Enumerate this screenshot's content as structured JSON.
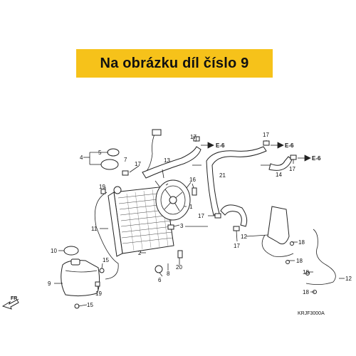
{
  "banner": {
    "text": "Na obrázku díl číslo 9",
    "color": "#f6c21a"
  },
  "callouts": {
    "c1": "1",
    "c2": "2",
    "c3": "3",
    "c4": "4",
    "c5": "5",
    "c6": "6",
    "c7": "7",
    "c8": "8",
    "c9": "9",
    "c10": "10",
    "c11": "11",
    "c12a": "12",
    "c12b": "12",
    "c13": "13",
    "c14": "14",
    "c15a": "15",
    "c15b": "15",
    "c16": "16",
    "c17a": "17",
    "c17b": "17",
    "c17c": "17",
    "c17d": "17",
    "c17e": "17",
    "c17f": "17",
    "c18a": "18",
    "c18b": "18",
    "c18c": "18",
    "c18d": "18",
    "c19a": "19",
    "c19b": "19",
    "c20": "20",
    "c21": "21"
  },
  "refs": {
    "e6a": "E-6",
    "e6b": "E-6",
    "e6c": "E-6"
  },
  "direction_label": "FR.",
  "diagram_code": "KRJF3000A"
}
